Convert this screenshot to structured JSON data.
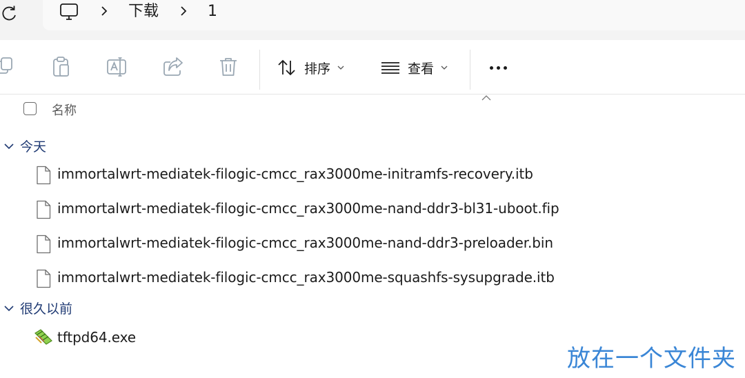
{
  "breadcrumb": {
    "items": [
      "下载",
      "1"
    ]
  },
  "toolbar": {
    "sort_label": "排序",
    "view_label": "查看"
  },
  "list": {
    "column_name": "名称",
    "groups": [
      {
        "label": "今天",
        "files": [
          "immortalwrt-mediatek-filogic-cmcc_rax3000me-initramfs-recovery.itb",
          "immortalwrt-mediatek-filogic-cmcc_rax3000me-nand-ddr3-bl31-uboot.fip",
          "immortalwrt-mediatek-filogic-cmcc_rax3000me-nand-ddr3-preloader.bin",
          "immortalwrt-mediatek-filogic-cmcc_rax3000me-squashfs-sysupgrade.itb"
        ]
      },
      {
        "label": "很久以前",
        "files": [
          "tftpd64.exe"
        ]
      }
    ]
  },
  "watermark": "放在一个文件夹",
  "icons": {
    "refresh": "refresh-icon",
    "this_pc": "monitor-icon",
    "copy": "copy-icon",
    "paste": "paste-icon",
    "rename": "rename-icon",
    "share": "share-icon",
    "delete": "trash-icon",
    "sort": "sort-arrows-icon",
    "view": "view-lines-icon",
    "more": "more-dots-icon",
    "file": "document-icon",
    "exe": "tftpd-app-icon"
  },
  "colors": {
    "accent_group": "#1f3a73",
    "watermark": "#3a86d6",
    "toolbar_disabled": "#9aa7b3"
  }
}
